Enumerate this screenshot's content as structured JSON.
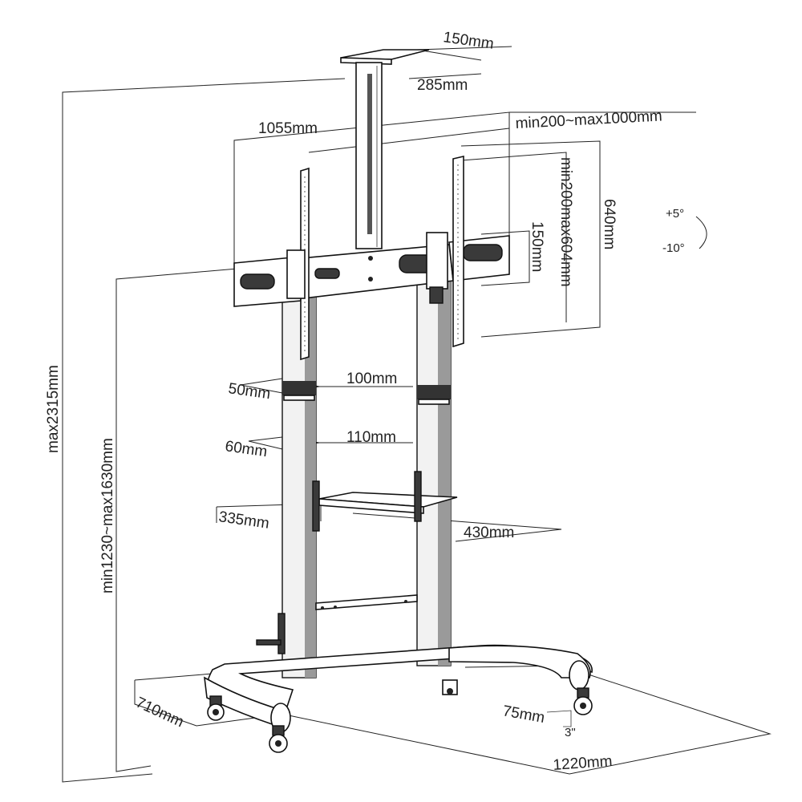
{
  "dimensions": {
    "ceiling_plate_width": "150mm",
    "ceiling_plate_depth": "285mm",
    "bracket_width": "1055mm",
    "vesa_horizontal": "min200~max1000mm",
    "vesa_vertical": "min200max604mm",
    "rail_height": "640mm",
    "bracket_height": "150mm",
    "tilt_up": "+5°",
    "tilt_down": "-10°",
    "upper_pole_width": "100mm",
    "upper_pole_depth": "50mm",
    "lower_pole_width": "110mm",
    "lower_pole_depth": "60mm",
    "shelf_depth": "335mm",
    "shelf_width": "430mm",
    "total_height": "max2315mm",
    "mount_height": "min1230~max1630mm",
    "base_depth": "710mm",
    "base_width": "1220mm",
    "caster_size_mm": "75mm",
    "caster_size_in": "3\""
  }
}
